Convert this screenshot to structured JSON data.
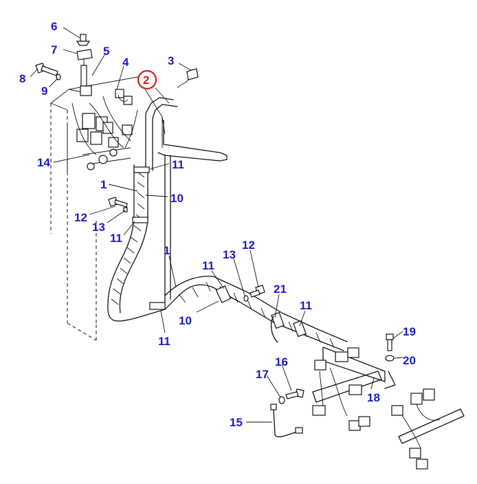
{
  "style": {
    "callout_color": "#1a1ac8",
    "highlight_color": "#d42020",
    "line_color": "#111111"
  },
  "callouts": [
    {
      "id": "c6",
      "text": "6"
    },
    {
      "id": "c7",
      "text": "7"
    },
    {
      "id": "c5",
      "text": "5"
    },
    {
      "id": "c4",
      "text": "4"
    },
    {
      "id": "c3",
      "text": "3"
    },
    {
      "id": "c8",
      "text": "8"
    },
    {
      "id": "c9",
      "text": "9"
    },
    {
      "id": "c2",
      "text": "2",
      "highlighted": true
    },
    {
      "id": "c14",
      "text": "14"
    },
    {
      "id": "c11a",
      "text": "11"
    },
    {
      "id": "c1a",
      "text": "1"
    },
    {
      "id": "c10a",
      "text": "10"
    },
    {
      "id": "c12a",
      "text": "12"
    },
    {
      "id": "c13a",
      "text": "13"
    },
    {
      "id": "c11b",
      "text": "11"
    },
    {
      "id": "c1b",
      "text": "1"
    },
    {
      "id": "c13b",
      "text": "13"
    },
    {
      "id": "c12b",
      "text": "12"
    },
    {
      "id": "c11c",
      "text": "11"
    },
    {
      "id": "c21",
      "text": "21"
    },
    {
      "id": "c11d",
      "text": "11"
    },
    {
      "id": "c10b",
      "text": "10"
    },
    {
      "id": "c11e",
      "text": "11"
    },
    {
      "id": "c19",
      "text": "19"
    },
    {
      "id": "c20",
      "text": "20"
    },
    {
      "id": "c16",
      "text": "16"
    },
    {
      "id": "c17",
      "text": "17"
    },
    {
      "id": "c18",
      "text": "18"
    },
    {
      "id": "c15",
      "text": "15"
    }
  ]
}
